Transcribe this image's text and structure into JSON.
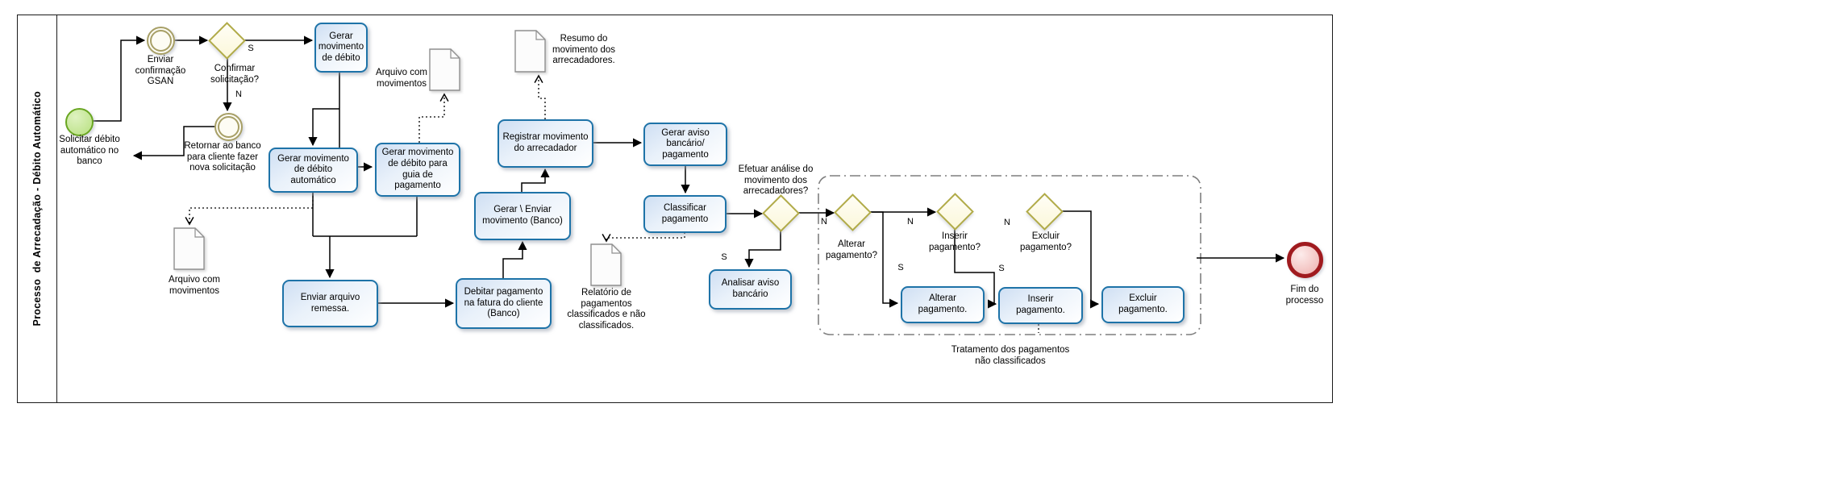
{
  "diagram": {
    "pool_label": "Processo  de Arrecadação - Débito Automático",
    "nodes": {
      "start_event": "Solicitar débito\nautomático no\nbanco",
      "send_confirmation_event": "Enviar\nconfirmação\nGSAN",
      "confirm_request_gateway": "Confirmar\nsolicitação?",
      "return_bank_event": "Retornar ao banco\npara cliente fazer\nnova solicitação",
      "generate_debit_movement_task": "Gerar\nmovimento\nde débito",
      "generate_auto_debit_task": "Gerar movimento\nde débito\nautomático",
      "generate_debit_guia_task": "Gerar movimento\nde débito para\nguia de\npagamento",
      "file_movements_doc_top": "Arquivo com\nmovimentos",
      "file_movements_doc_bottom": "Arquivo com\nmovimentos",
      "collector_summary_doc": "Resumo do\nmovimento dos\narrecadadores.",
      "register_collector_task": "Registrar movimento\ndo arrecadador",
      "generate_send_movement_task": "Gerar \\ Enviar\nmovimento (Banco)",
      "generate_bank_notice_task": "Gerar aviso\nbancário/\npagamento",
      "classify_payment_task": "Classificar\npagamento",
      "send_remittance_task": "Enviar arquivo\nremessa.",
      "debit_invoice_task": "Debitar pagamento\nna fatura do cliente\n(Banco)",
      "payments_report_doc": "Relatório de\npagamentos\nclassificados e não\nclassificados.",
      "analyze_movement_gateway": "Efetuar análise do\nmovimento dos\narrecadadores?",
      "analyze_notice_task": "Analisar aviso\nbancário",
      "alter_payment_gateway": "Alterar\npagamento?",
      "insert_payment_gateway": "Inserir\npagamento?",
      "delete_payment_gateway": "Excluir\npagamento?",
      "alter_payment_task": "Alterar\npagamento.",
      "insert_payment_task": "Inserir\npagamento.",
      "delete_payment_task": "Excluir\npagamento.",
      "group_label": "Tratamento dos pagamentos\nnão classificados",
      "end_event": "Fim do\nprocesso"
    },
    "branch_labels": {
      "yes": "S",
      "no": "N"
    },
    "colors": {
      "task_border": "#1e73a8",
      "task_fill": "#e9f1fa",
      "gateway_border": "#b1ab48",
      "gateway_fill": "#fbf7da",
      "start_border": "#69a621",
      "start_fill": "#b7e07f",
      "intermediate_border": "#a79f66",
      "end_border": "#a01b1f",
      "end_fill": "#eeafad",
      "document_border": "#8f8f8f",
      "group_border": "#7f7f7f",
      "flow": "#000000"
    }
  }
}
